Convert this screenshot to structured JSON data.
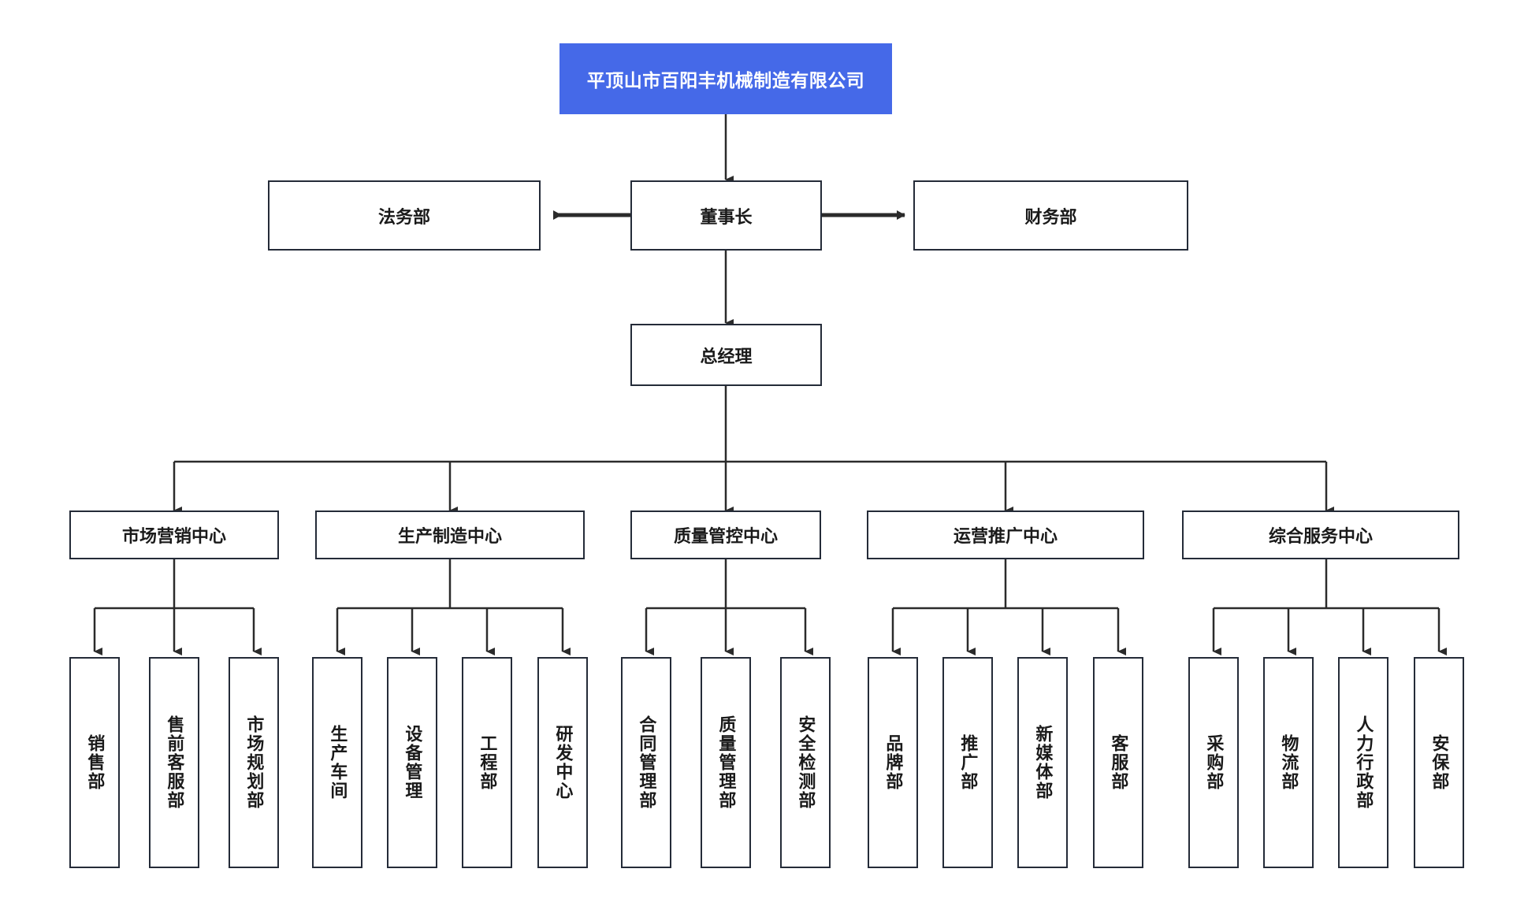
{
  "theme": {
    "root_fill": "#4569e8",
    "root_text": "#ffffff",
    "box_border": "#242b38",
    "box_fill": "#ffffff",
    "box_text": "#1a1a1a",
    "connector": "#2b2b2b",
    "page_background": "#ffffff"
  },
  "chart_data": {
    "type": "org-chart",
    "title": "平顶山市百阳丰机械制造有限公司",
    "levels": 5,
    "orientation": "top-down"
  },
  "root": {
    "label": "平顶山市百阳丰机械制造有限公司"
  },
  "level2": {
    "left": {
      "label": "法务部"
    },
    "center": {
      "label": "董事长"
    },
    "right": {
      "label": "财务部"
    }
  },
  "level3": {
    "center": {
      "label": "总经理"
    }
  },
  "centers": [
    {
      "label": "市场营销中心",
      "children": [
        {
          "label": "销售部"
        },
        {
          "label": "售前客服部"
        },
        {
          "label": "市场规划部"
        }
      ]
    },
    {
      "label": "生产制造中心",
      "children": [
        {
          "label": "生产车间"
        },
        {
          "label": "设备管理"
        },
        {
          "label": "工程部"
        },
        {
          "label": "研发中心"
        }
      ]
    },
    {
      "label": "质量管控中心",
      "children": [
        {
          "label": "合同管理部"
        },
        {
          "label": "质量管理部"
        },
        {
          "label": "安全检测部"
        }
      ]
    },
    {
      "label": "运营推广中心",
      "children": [
        {
          "label": "品牌部"
        },
        {
          "label": "推广部"
        },
        {
          "label": "新媒体部"
        },
        {
          "label": "客服部"
        }
      ]
    },
    {
      "label": "综合服务中心",
      "children": [
        {
          "label": "采购部"
        },
        {
          "label": "物流部"
        },
        {
          "label": "人力行政部"
        },
        {
          "label": "安保部"
        }
      ]
    }
  ]
}
